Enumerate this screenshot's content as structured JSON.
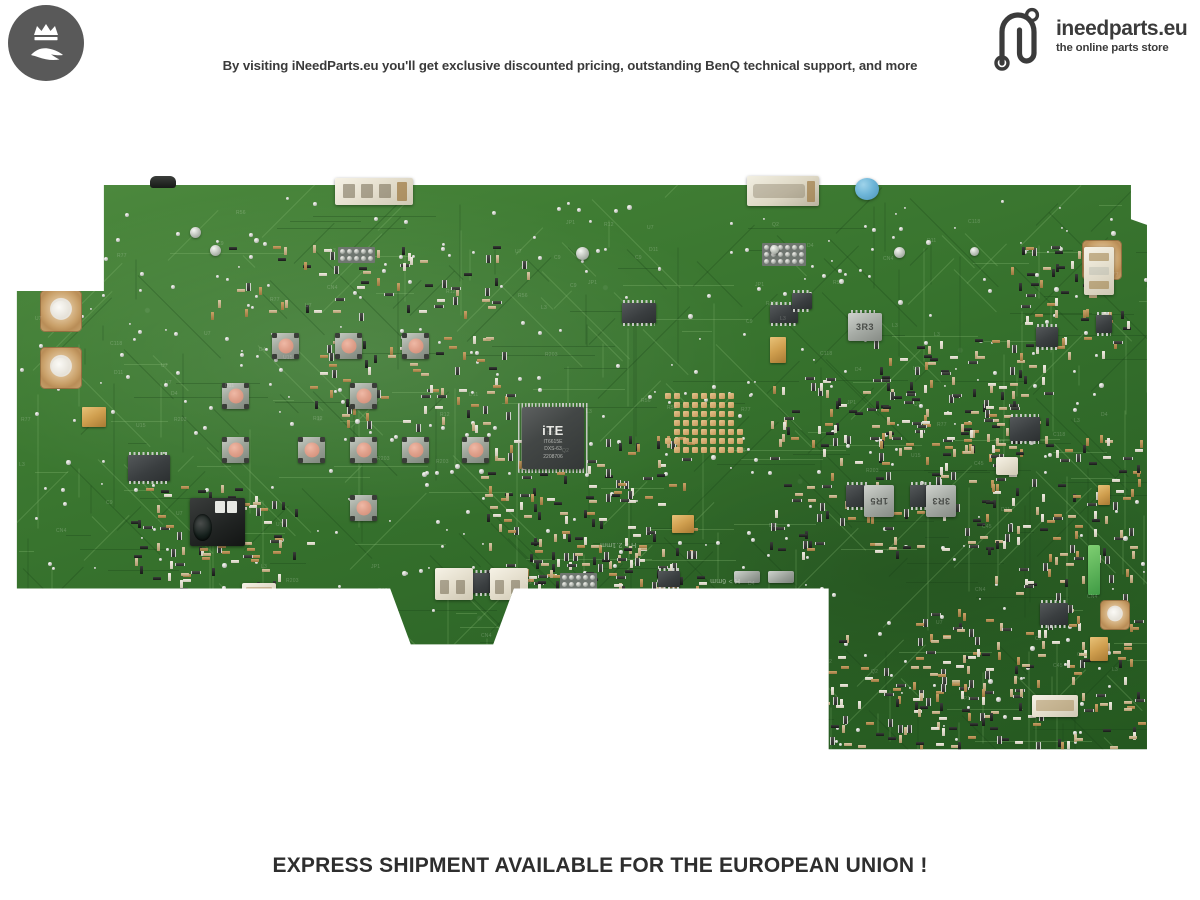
{
  "header": {
    "badge_icon": "crown-over-hand-icon",
    "tagline": "By visiting iNeedParts.eu you'll get exclusive discounted pricing, outstanding BenQ technical support, and more",
    "brand": {
      "mark_icon": "ineedparts-paperclip-logo-icon",
      "name": "ineedparts.eu",
      "subtitle": "the online parts store"
    }
  },
  "footer": {
    "note": "EXPRESS SHIPMENT AVAILABLE FOR THE EUROPEAN UNION !"
  },
  "board": {
    "description": "BenQ monitor main / control PCB, green solder mask, component side up",
    "main_ic": {
      "brand": "iTE",
      "line1": "IT6615E",
      "line2": "DXS-63",
      "line3": "2208706"
    },
    "inductors": [
      {
        "label": "3R3",
        "position": "upper-right"
      },
      {
        "label": "1R5",
        "position": "mid-right"
      },
      {
        "label": "3R3",
        "position": "mid-right-2"
      }
    ],
    "silkscreen": [
      {
        "text": "H > 2.1mm"
      },
      {
        "text": "H > 6mm"
      }
    ],
    "connectors": [
      {
        "name": "top-4pin-white-connector"
      },
      {
        "name": "top-vga-shield-connector"
      },
      {
        "name": "right-edge-3pin-white-connector"
      },
      {
        "name": "bottom-left-white-connector-a"
      },
      {
        "name": "bottom-left-white-connector-b"
      },
      {
        "name": "bottom-right-white-connector"
      },
      {
        "name": "audio-jack-3p5mm"
      },
      {
        "name": "header-2x5-pin"
      }
    ],
    "switch_count": 12,
    "mounting_holes": 6
  }
}
